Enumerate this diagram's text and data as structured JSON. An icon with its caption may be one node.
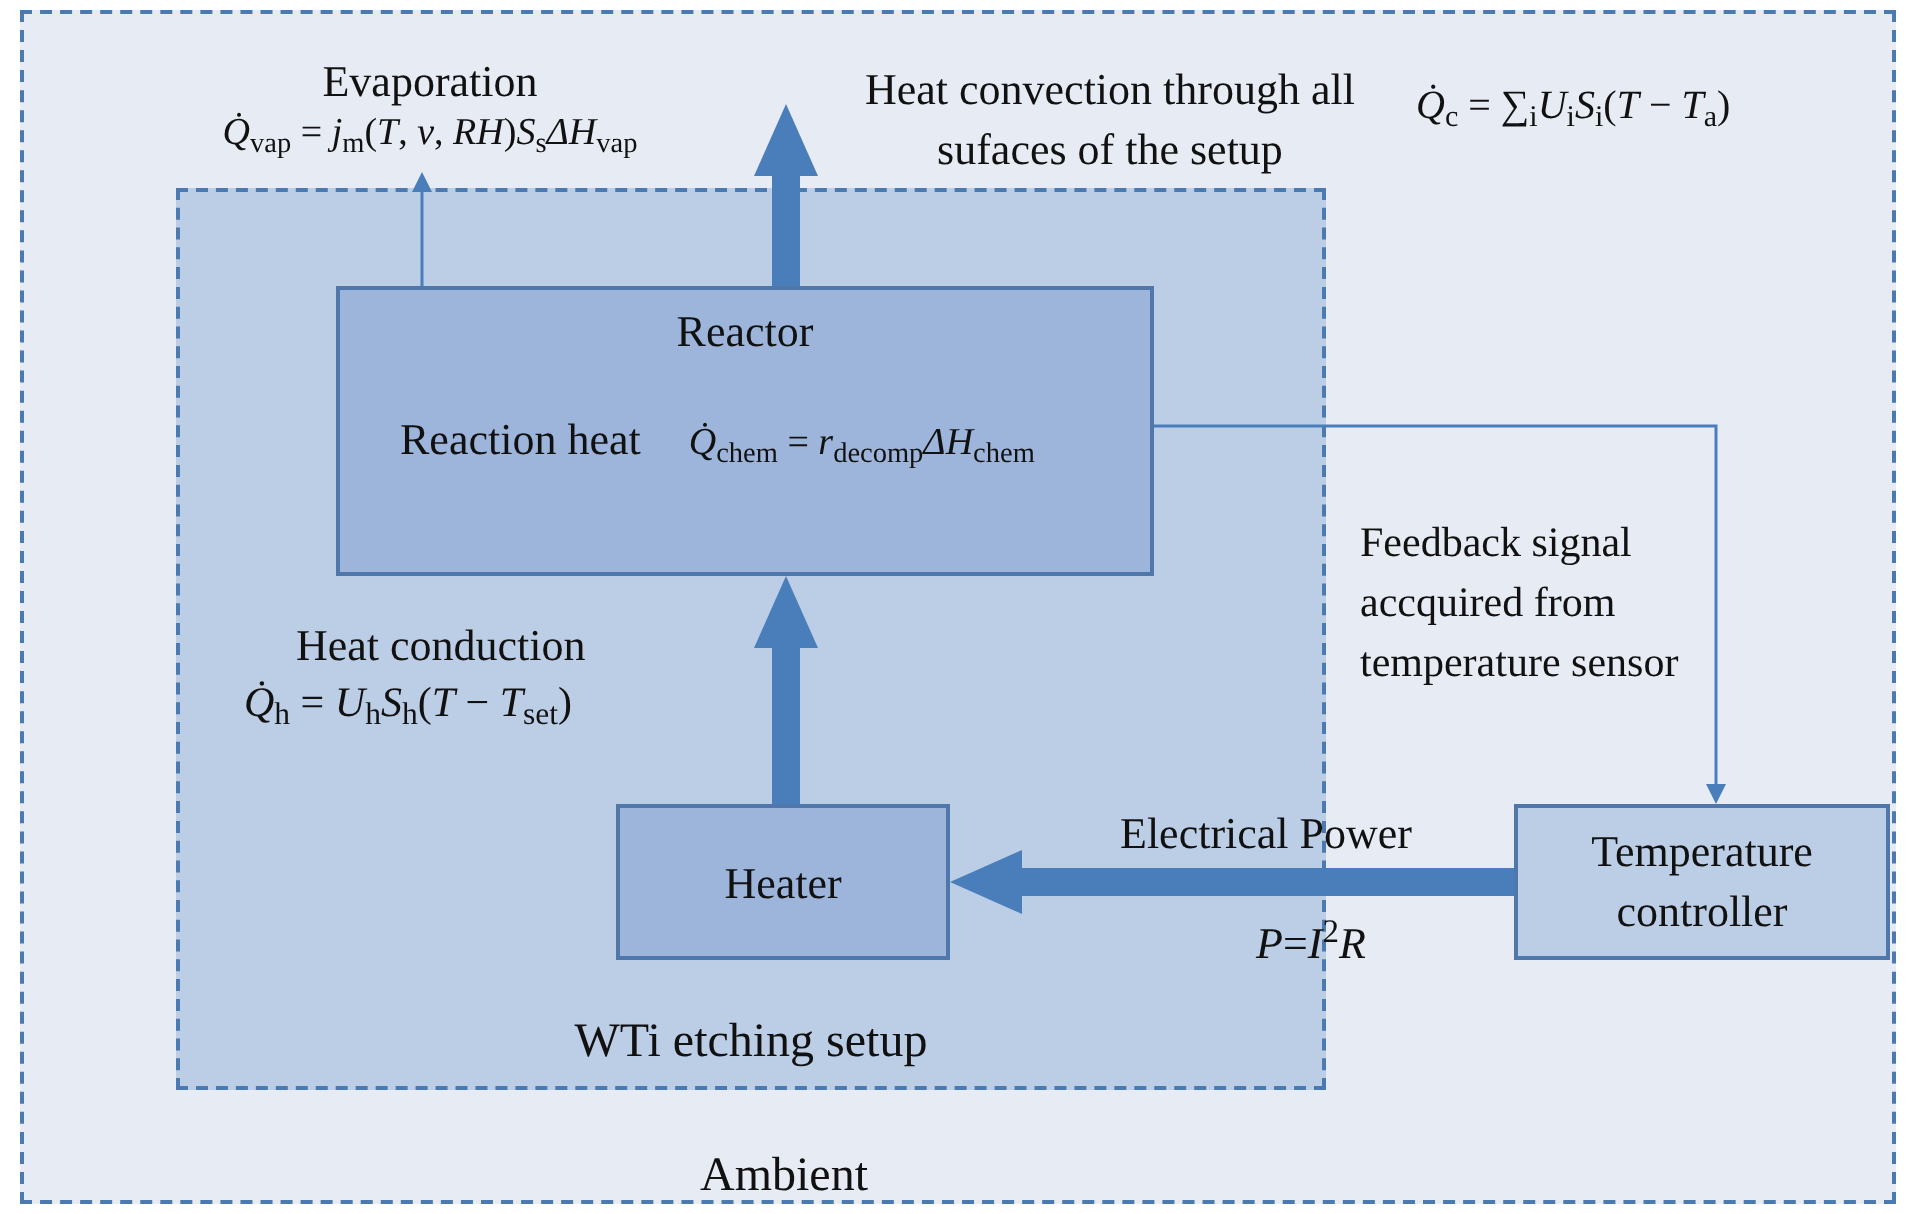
{
  "diagram": {
    "nodes": [
      {
        "text": [
          "Ambient"
        ]
      },
      {
        "text": [
          "WTi etching setup"
        ],
        "in": 0
      },
      {
        "text": [
          "Reactor",
          "Reaction heat",
          "*Q̇*$_{chem}$ = *r*$_{decomp}$*ΔH*$_{chem}$"
        ],
        "in": 1
      },
      {
        "text": [
          "Heater"
        ],
        "in": 1
      },
      {
        "text": [
          "Temperature controller"
        ],
        "in": 0
      },
      {
        "text": [
          "Evaporation",
          "*Q̇*$_{vap}$ = *j*$_{m}$(*T*, *v*, *RH*)*S*$_{s}$*ΔH*$_{vap}$"
        ],
        "in": 0
      }
    ],
    "edges": [
      {
        "from": 2,
        "to": 5,
        "arrow": "to"
      },
      {
        "from": 2,
        "to": null,
        "arrow": "to"
      },
      {
        "from": 3,
        "to": 2,
        "arrow": "to"
      },
      {
        "from": 2,
        "to": 4,
        "arrow": "to",
        "label": "Feedback signal accquired from temperature sensor"
      },
      {
        "from": 4,
        "to": 3,
        "arrow": "to",
        "label": "Electrical Power"
      }
    ],
    "labels": [
      "Heat convection through all sufaces of the setup",
      "*Q̇*$_{c}$ = ∑$_{i}$*U*$_{i}$*S*$_{i}$(*T* − *T*$_{a}$)",
      "Heat conduction",
      "*Q̇*$_{h}$ = *U*$_{h}$*S*$_{h}$(*T* − *T*$_{set}$)",
      "*P*=*I*$^{2}$*R*"
    ]
  }
}
